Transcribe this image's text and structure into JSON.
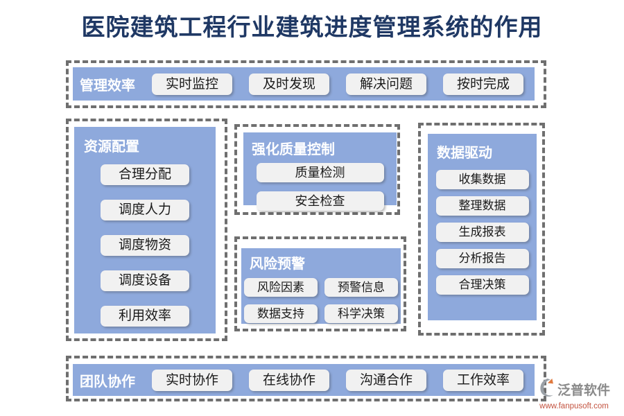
{
  "title": "医院建筑工程行业建筑进度管理系统的作用",
  "sections": {
    "management_efficiency": {
      "label": "管理效率",
      "items": [
        "实时监控",
        "及时发现",
        "解决问题",
        "按时完成"
      ]
    },
    "resource_allocation": {
      "label": "资源配置",
      "items": [
        "合理分配",
        "调度人力",
        "调度物资",
        "调度设备",
        "利用效率"
      ]
    },
    "quality_control": {
      "label": "强化质量控制",
      "items": [
        "质量检测",
        "安全检查"
      ]
    },
    "risk_warning": {
      "label": "风险预警",
      "items": [
        "风险因素",
        "预警信息",
        "数据支持",
        "科学决策"
      ]
    },
    "data_driven": {
      "label": "数据驱动",
      "items": [
        "收集数据",
        "整理数据",
        "生成报表",
        "分析报告",
        "合理决策"
      ]
    },
    "team_collaboration": {
      "label": "团队协作",
      "items": [
        "实时协作",
        "在线协作",
        "沟通合作",
        "工作效率"
      ]
    }
  },
  "watermark": {
    "brand": "泛普软件",
    "url": "www.fanpusoft.com"
  },
  "colors": {
    "panel_blue": "#8EA9DC",
    "title_navy": "#1F3864",
    "dash_gray": "#6F6F6F",
    "pill_bg": "#F1F1F1",
    "pill_text": "#1A1A1A",
    "watermark_gray": "#8A8A8A",
    "watermark_orange": "#C3523F"
  }
}
